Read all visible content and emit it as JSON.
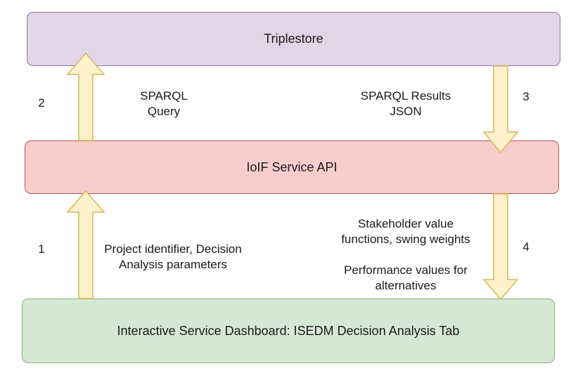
{
  "boxes": {
    "top": "Triplestore",
    "middle": "IoIF Service API",
    "bottom": "Interactive Service Dashboard: ISEDM Decision Analysis Tab"
  },
  "arrows": {
    "a1": {
      "number": "1",
      "label_lines": [
        "Project identifier, Decision",
        "Analysis parameters"
      ]
    },
    "a2": {
      "number": "2",
      "label_lines": [
        "SPARQL",
        "Query"
      ]
    },
    "a3": {
      "number": "3",
      "label_lines": [
        "SPARQL Results",
        "JSON"
      ]
    },
    "a4": {
      "number": "4",
      "label_lines_top": [
        "Stakeholder value",
        "functions, swing weights"
      ],
      "label_lines_bottom": [
        "Performance values for",
        "alternatives"
      ]
    }
  },
  "colors": {
    "arrow_fill": "#fff2cc",
    "arrow_stroke": "#d6b656"
  }
}
